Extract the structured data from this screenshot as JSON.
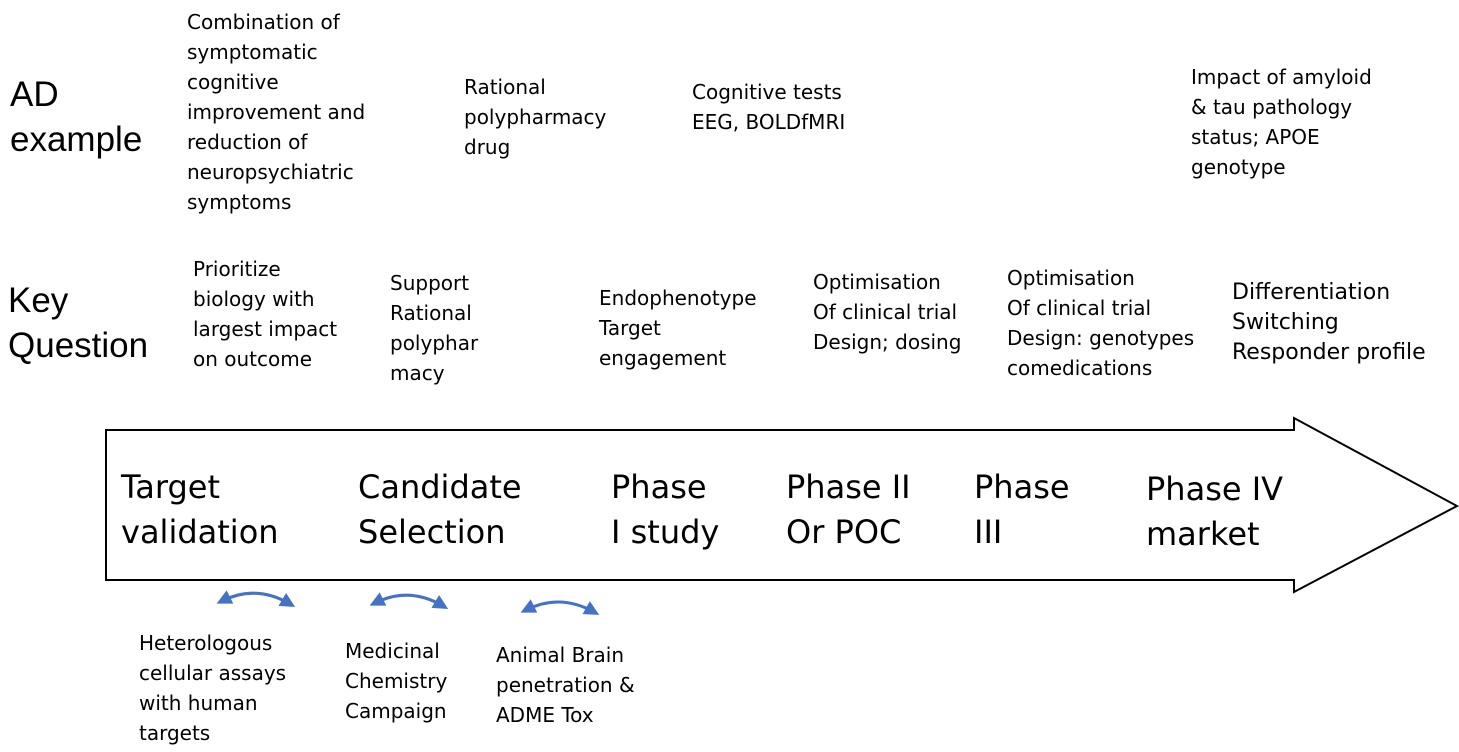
{
  "rows": {
    "ad_label": [
      "AD",
      "example"
    ],
    "kq_label": [
      "Key",
      "Question"
    ]
  },
  "ad_examples": [
    [
      "Combination of",
      "symptomatic",
      "cognitive",
      "improvement and",
      "reduction of",
      "neuropsychiatric",
      "symptoms"
    ],
    [
      "Rational",
      "polypharmacy",
      "drug"
    ],
    [
      "Cognitive tests",
      "EEG, BOLDfMRI"
    ],
    [
      "Impact of amyloid",
      "& tau pathology",
      "status; APOE",
      "genotype"
    ]
  ],
  "key_questions": [
    [
      "Prioritize",
      "biology with",
      "largest impact",
      "on outcome"
    ],
    [
      "Support",
      "Rational",
      "polyphar",
      "macy"
    ],
    [
      "Endophenotype",
      "Target",
      "engagement"
    ],
    [
      "Optimisation",
      "Of clinical trial",
      "Design; dosing"
    ],
    [
      "Optimisation",
      "Of clinical trial",
      "Design: genotypes",
      "comedications"
    ],
    [
      "Differentiation",
      "Switching",
      "Responder profile"
    ]
  ],
  "stages": [
    [
      "Target",
      "validation"
    ],
    [
      "Candidate",
      "Selection"
    ],
    [
      "Phase",
      "I study"
    ],
    [
      "Phase II",
      "Or POC"
    ],
    [
      "Phase",
      "III"
    ],
    [
      "Phase IV",
      "market"
    ]
  ],
  "bottom_notes": [
    [
      "Heterologous",
      "cellular assays",
      "with human",
      "targets"
    ],
    [
      "Medicinal",
      "Chemistry",
      "Campaign"
    ],
    [
      "Animal Brain",
      "penetration &",
      "ADME Tox"
    ]
  ],
  "colors": {
    "arrow_stroke": "#000000",
    "connector": "#4472C4"
  }
}
